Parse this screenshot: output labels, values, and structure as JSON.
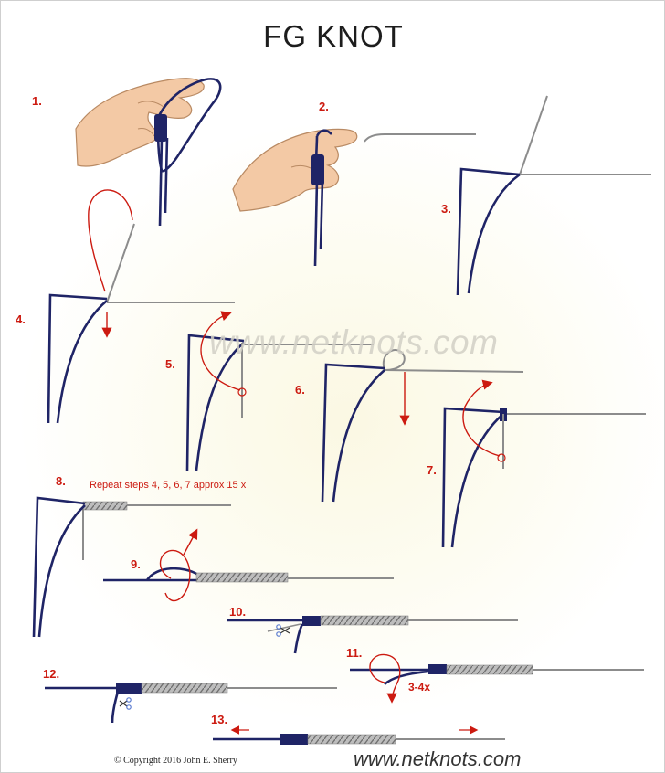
{
  "title": "FG KNOT",
  "steps": {
    "s1": "1.",
    "s2": "2.",
    "s3": "3.",
    "s4": "4.",
    "s5": "5.",
    "s6": "6.",
    "s7": "7.",
    "s8": "8.",
    "s9": "9.",
    "s10": "10.",
    "s11": "11.",
    "s12": "12.",
    "s13": "13."
  },
  "repeat_note": "Repeat steps 4, 5, 6, 7 approx 15 x",
  "wrap_count": "3-4x",
  "watermark": "www.netknots.com",
  "copyright": "© Copyright  2016  John E. Sherry",
  "website": "www.netknots.com",
  "colors": {
    "braid": "#1f2466",
    "leader": "#8c8c8c",
    "annotation": "#cc1a10",
    "skin": "#f3c9a5",
    "skin_outline": "#b98a63"
  },
  "icons": [
    "hand-icon",
    "scissors-icon",
    "arrow-icon",
    "loop-icon"
  ]
}
